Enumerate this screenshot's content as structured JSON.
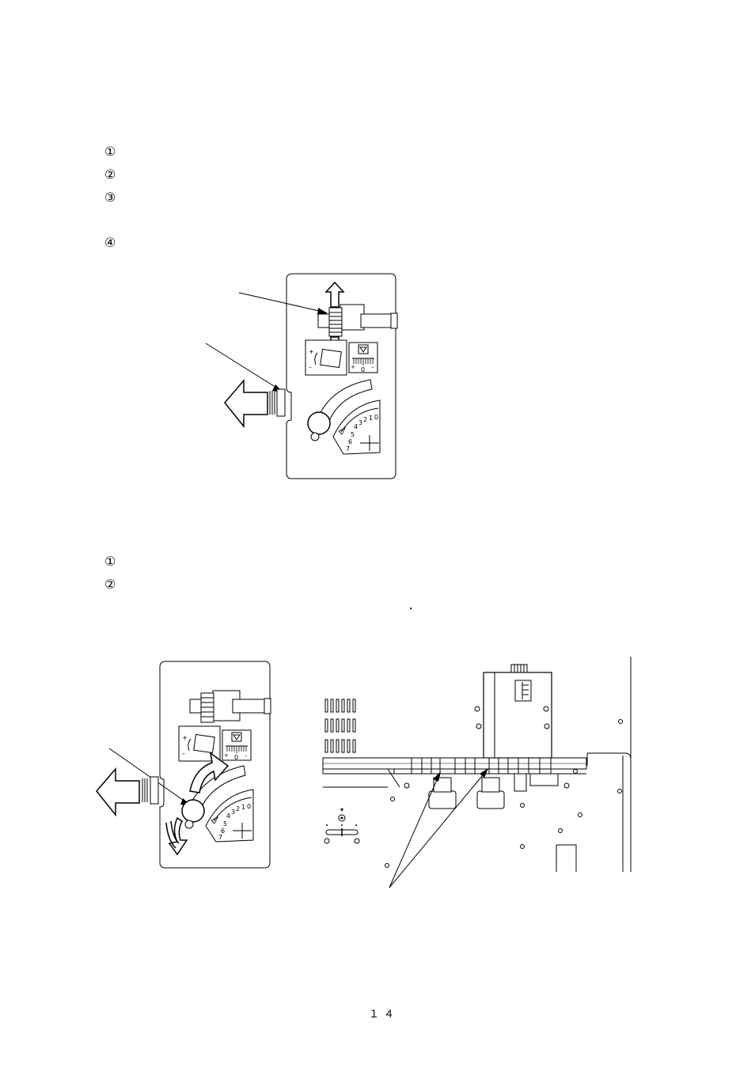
{
  "section1": {
    "steps": [
      "①",
      "②",
      "③",
      "④"
    ]
  },
  "section2": {
    "steps": [
      "①",
      "②"
    ]
  },
  "figure1": {
    "scale_top": [
      "4",
      "3",
      "2",
      "1",
      "0"
    ],
    "scale_bottom": [
      "5",
      "6",
      "7"
    ],
    "dial_mark": "0"
  },
  "figure2": {
    "scale_top": [
      "4",
      "3",
      "2",
      "1",
      "0"
    ],
    "scale_bottom": [
      "5",
      "6",
      "7"
    ],
    "dial_mark": "0"
  },
  "footer": {
    "page_number": "１４"
  }
}
